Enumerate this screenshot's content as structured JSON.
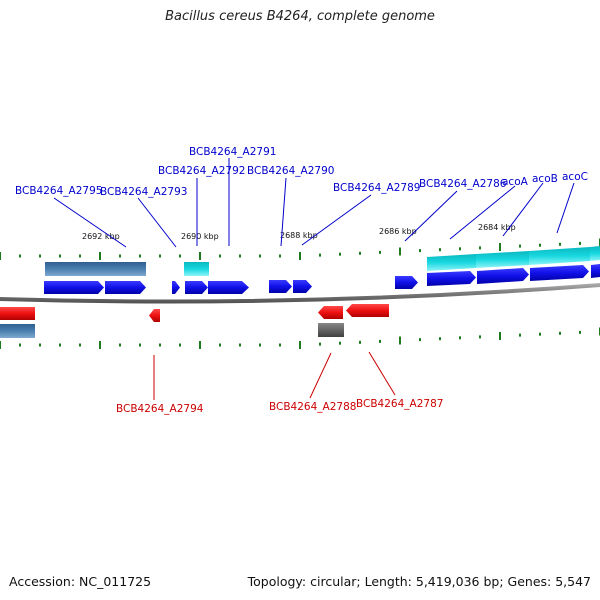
{
  "title": "Bacillus cereus B4264, complete genome",
  "footer": {
    "accession": "Accession: NC_011725",
    "summary": "Topology: circular; Length: 5,419,036 bp; Genes: 5,547"
  },
  "colors": {
    "forward_gene": "#1010e8",
    "reverse_gene": "#ee1111",
    "forward_label": "#0000cc",
    "reverse_label": "#cc0000",
    "tick": "#1e7a1e",
    "backbone": "#8a8a8a",
    "cds_steelblue": "#4a7fb0",
    "cds_cyan": "#18d8e0",
    "cds_gray": "#606060"
  },
  "scale_labels": [
    "2692 kbp",
    "2690 kbp",
    "2688 kbp",
    "2686 kbp",
    "2684 kbp"
  ],
  "forward_labels": [
    "BCB4264_A2795",
    "BCB4264_A2793",
    "BCB4264_A2791",
    "BCB4264_A2792",
    "BCB4264_A2790",
    "BCB4264_A2789",
    "BCB4264_A2786",
    "acoA",
    "acoB",
    "acoC"
  ],
  "reverse_labels": [
    "BCB4264_A2794",
    "BCB4264_A2788",
    "BCB4264_A2787"
  ]
}
